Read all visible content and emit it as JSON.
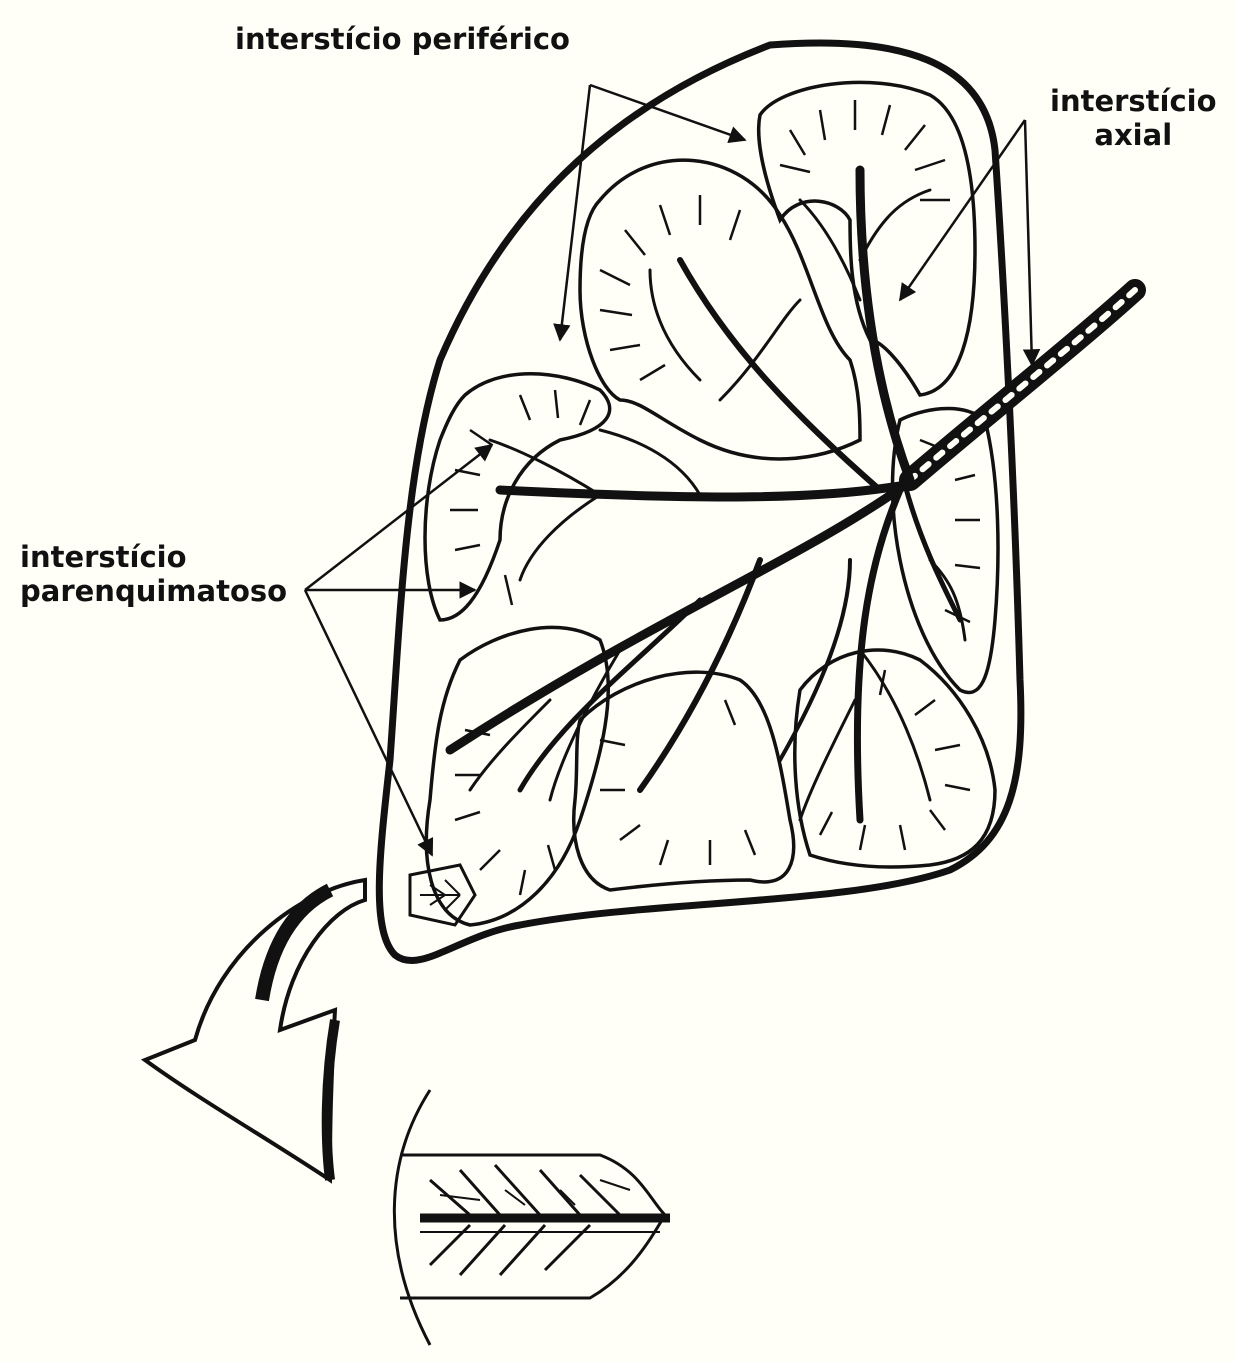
{
  "labels": {
    "peripheral": "interstício periférico",
    "axial_line1": "interstício",
    "axial_line2": "axial",
    "parenchymal_line1": "interstício",
    "parenchymal_line2": "parenquimatoso"
  },
  "colors": {
    "ink": "#111111",
    "paper": "#fffef7"
  }
}
